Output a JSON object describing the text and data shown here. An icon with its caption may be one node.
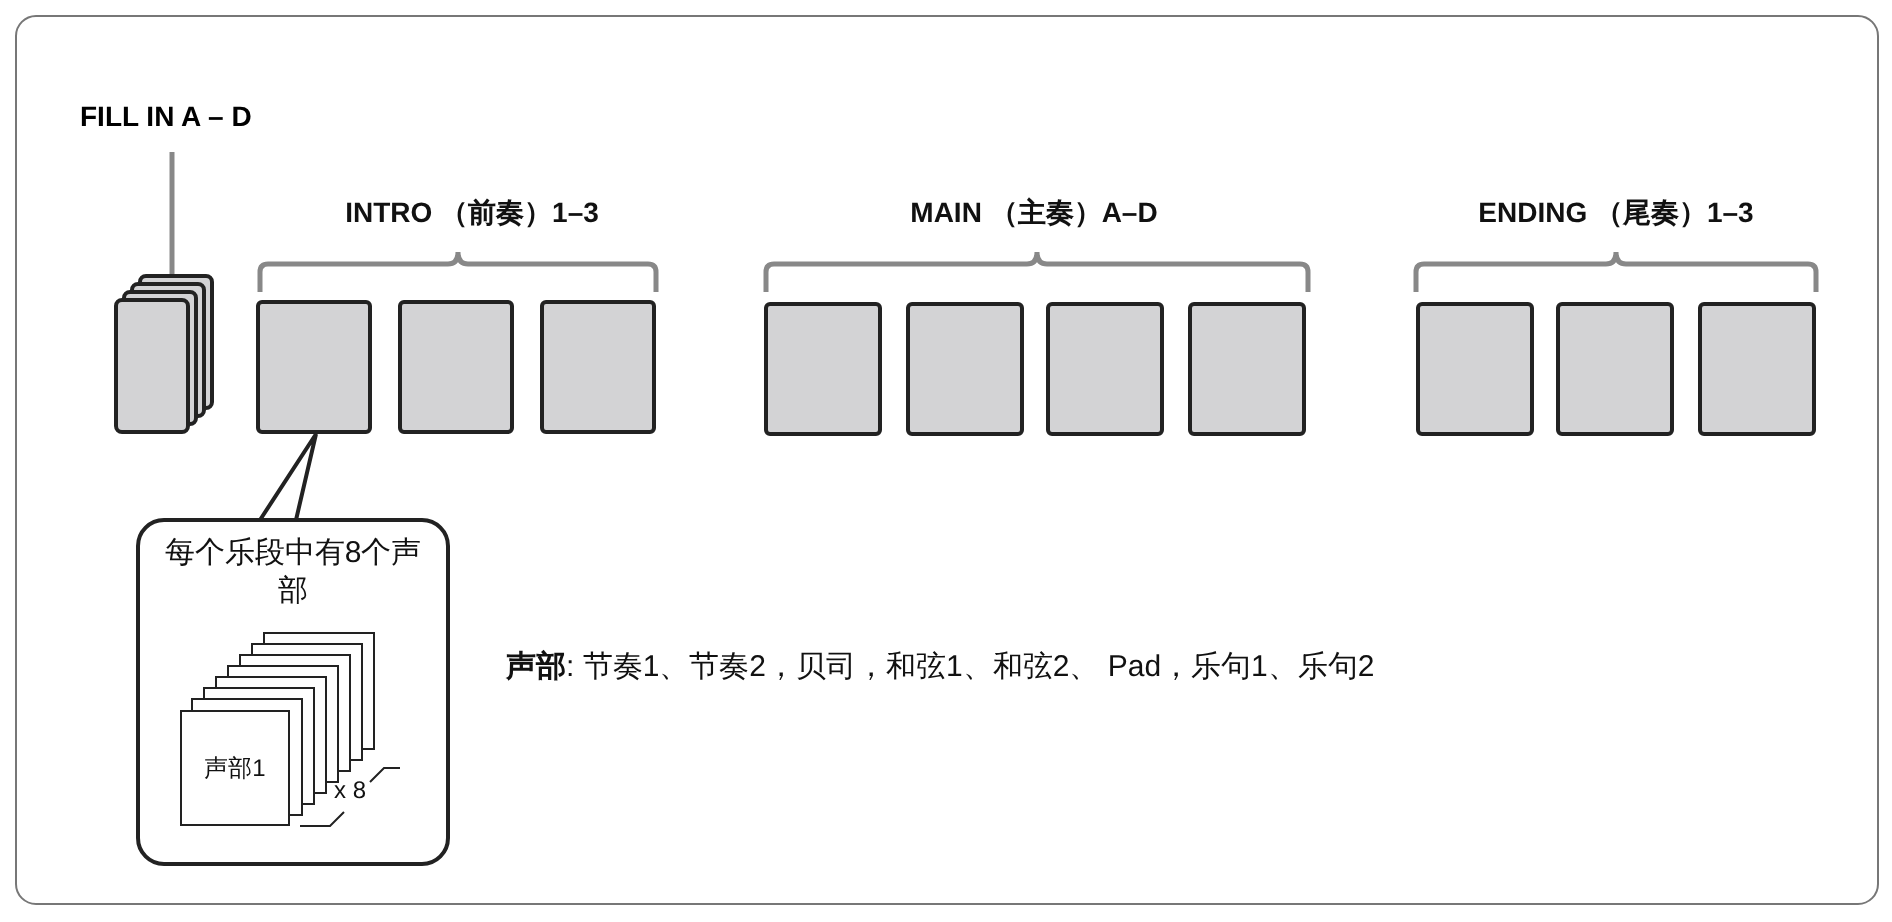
{
  "diagram": {
    "nodes": [
      {
        "text": [
          "FILL IN A – D"
        ]
      },
      {
        "text": [],
        "shape": "box"
      },
      {
        "text": [],
        "shape": "box"
      },
      {
        "text": [],
        "shape": "box"
      },
      {
        "text": [],
        "shape": "box"
      },
      {
        "text": [],
        "shape": "box"
      },
      {
        "text": [],
        "shape": "box"
      },
      {
        "text": [],
        "shape": "box"
      },
      {
        "text": [],
        "shape": "box"
      },
      {
        "text": [],
        "shape": "box"
      },
      {
        "text": [],
        "shape": "box"
      },
      {
        "text": [],
        "shape": "box"
      },
      {
        "text": [
          "每个乐段中有8个声部"
        ]
      },
      {
        "text": [
          "声部1"
        ],
        "in": 12
      }
    ],
    "edges": [
      {
        "from": 0,
        "to": 1,
        "arrow": "none"
      },
      {
        "from": 12,
        "to": 2,
        "arrow": "none",
        "color": "#222222"
      }
    ],
    "labels": [
      "INTRO （前奏）1–3",
      "MAIN （主奏）A–D",
      "ENDING （尾奏）1–3",
      "x 8",
      "**声部**:  节奏1、节奏2，贝司，和弦1、和弦2、 Pad，乐句1、乐句2"
    ]
  }
}
